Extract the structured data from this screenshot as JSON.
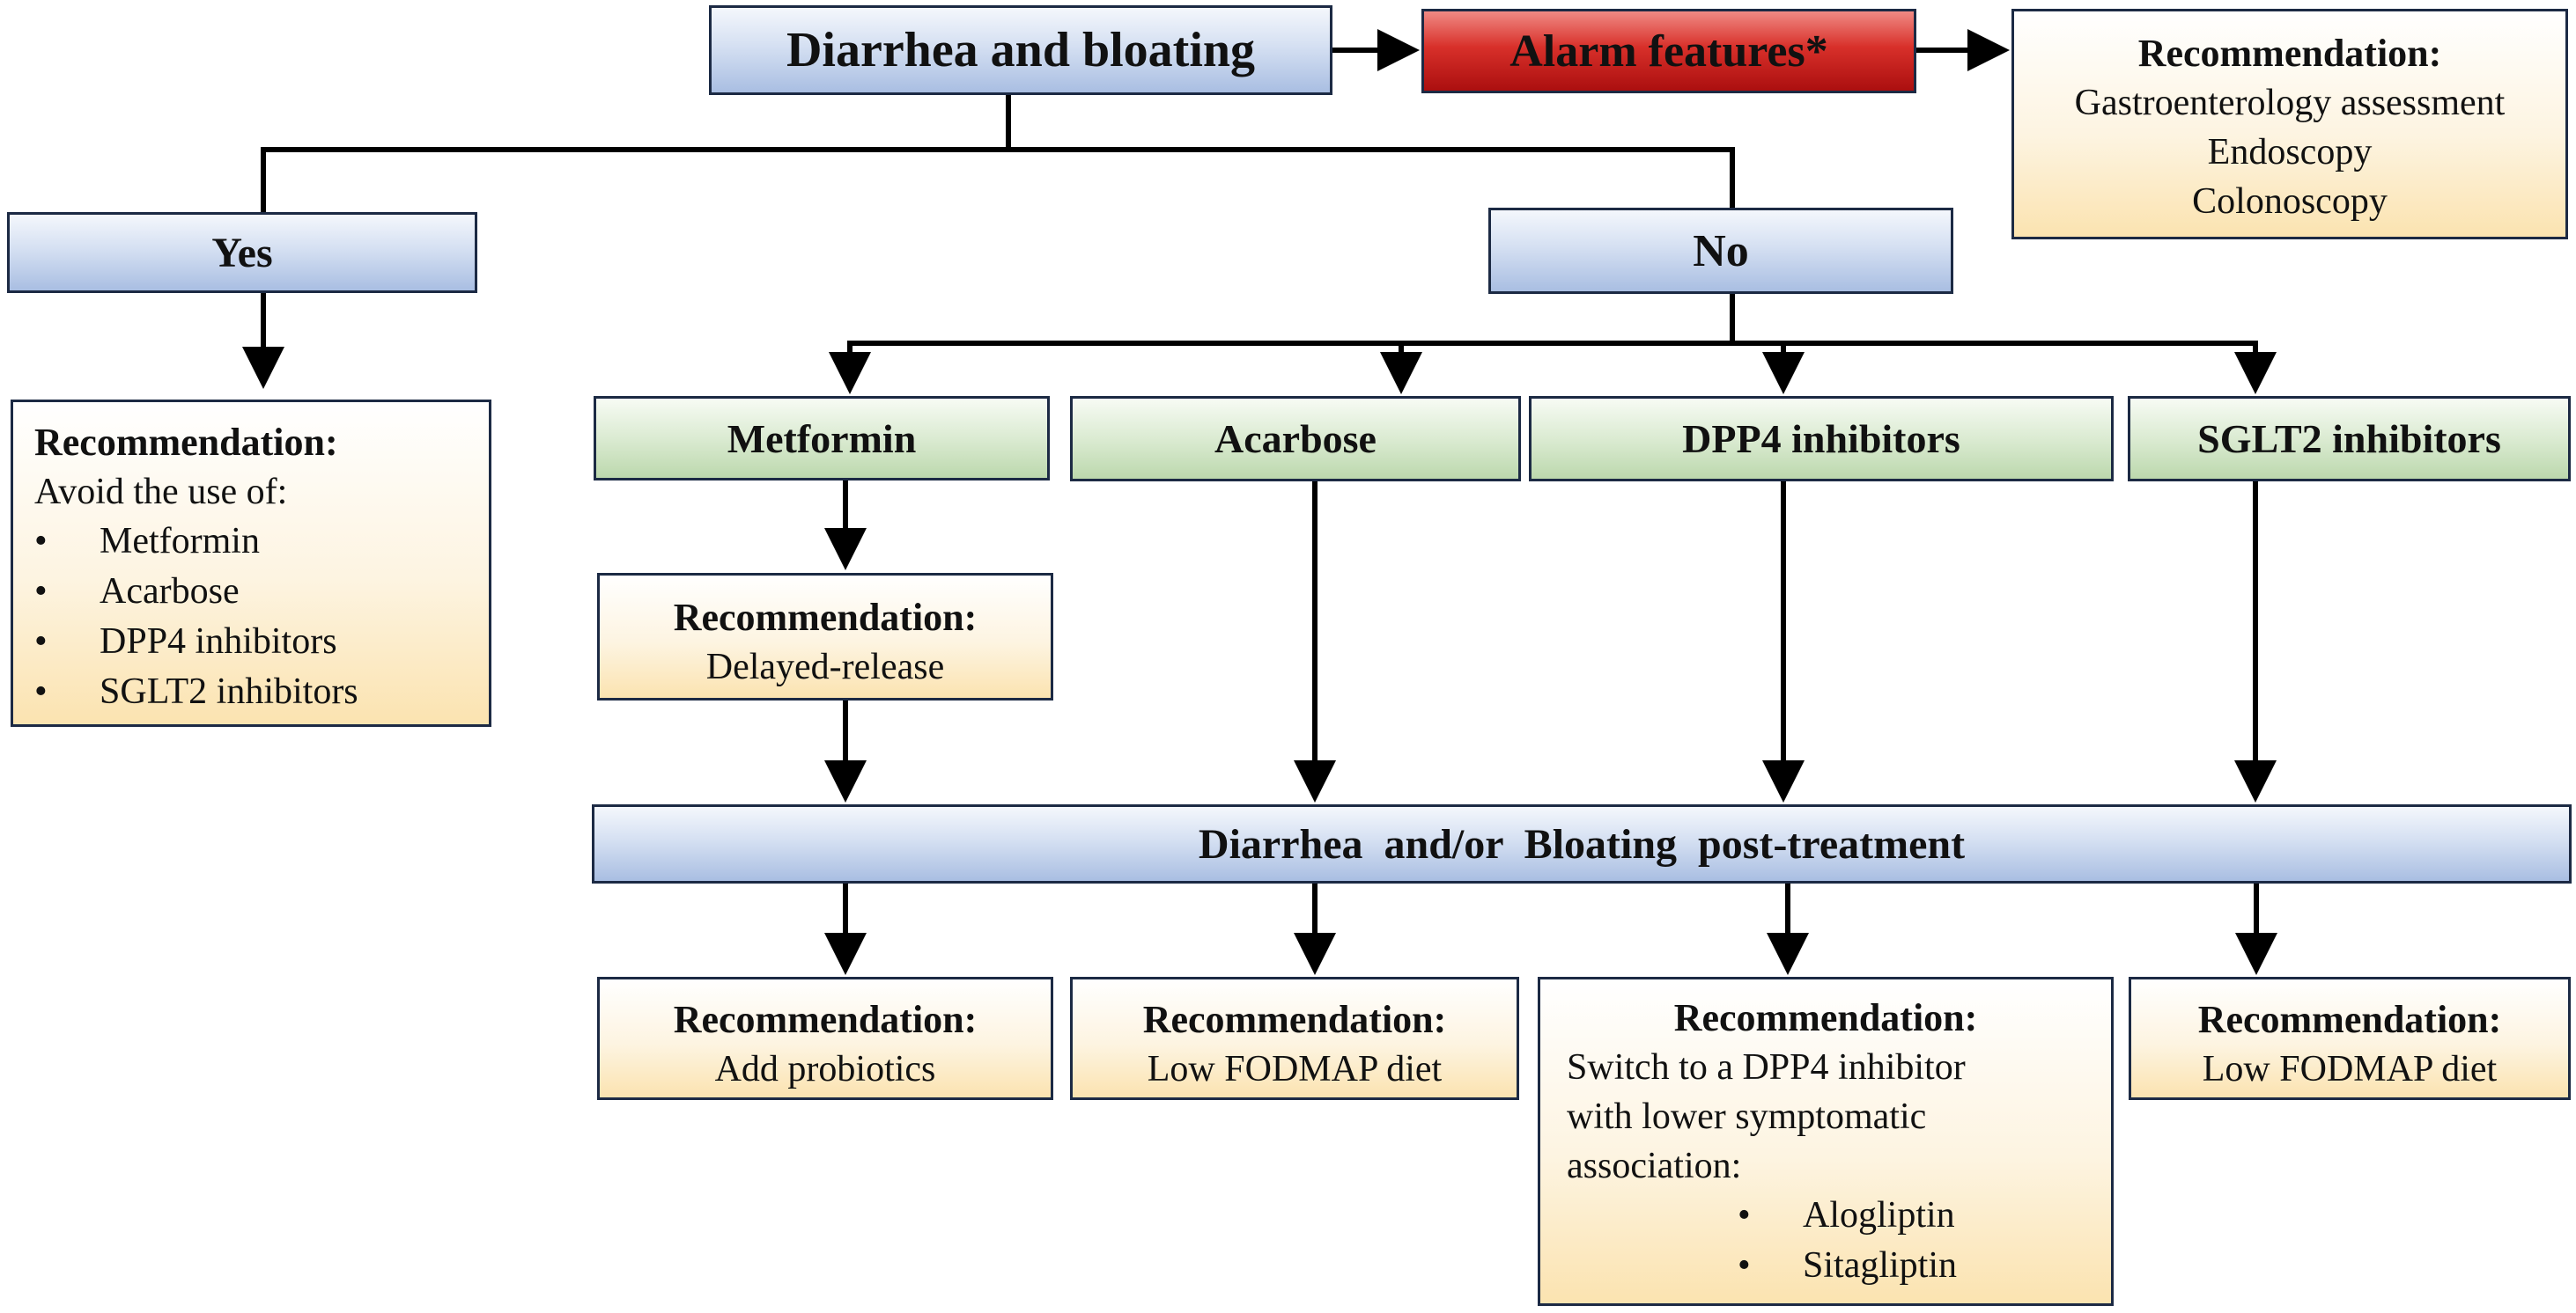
{
  "colors": {
    "blue_box": "#c6d5ee",
    "green_box": "#d3e6c8",
    "red_box": "#c81e1e",
    "recommendation_box": "#fdf0d2",
    "line": "#000000"
  },
  "top": {
    "start": "Diarrhea and bloating",
    "alarm": "Alarm features*"
  },
  "alarm_recommendation": {
    "title": "Recommendation:",
    "lines": [
      "Gastroenterology assessment",
      "Endoscopy",
      "Colonoscopy"
    ]
  },
  "branches": {
    "yes": "Yes",
    "no": "No"
  },
  "yes_recommendation": {
    "title": "Recommendation:",
    "intro": "Avoid the use of:",
    "bullet": "•",
    "items": [
      "Metformin",
      "Acarbose",
      "DPP4 inhibitors",
      "SGLT2 inhibitors"
    ]
  },
  "drugs": [
    "Metformin",
    "Acarbose",
    "DPP4 inhibitors",
    "SGLT2 inhibitors"
  ],
  "metformin_recommendation": {
    "title": "Recommendation:",
    "line": "Delayed-release"
  },
  "post_treatment": "Diarrhea  and/or  Bloating  post-treatment",
  "final_recommendations": [
    {
      "title": "Recommendation:",
      "lines": [
        "Add probiotics"
      ]
    },
    {
      "title": "Recommendation:",
      "lines": [
        "Low FODMAP diet"
      ]
    },
    {
      "title": "Recommendation:",
      "lines": [
        "Switch to a DPP4 inhibitor",
        "with lower symptomatic",
        "association:"
      ],
      "bullet": "•",
      "items": [
        "Alogliptin",
        "Sitagliptin"
      ]
    },
    {
      "title": "Recommendation:",
      "lines": [
        "Low FODMAP diet"
      ]
    }
  ]
}
